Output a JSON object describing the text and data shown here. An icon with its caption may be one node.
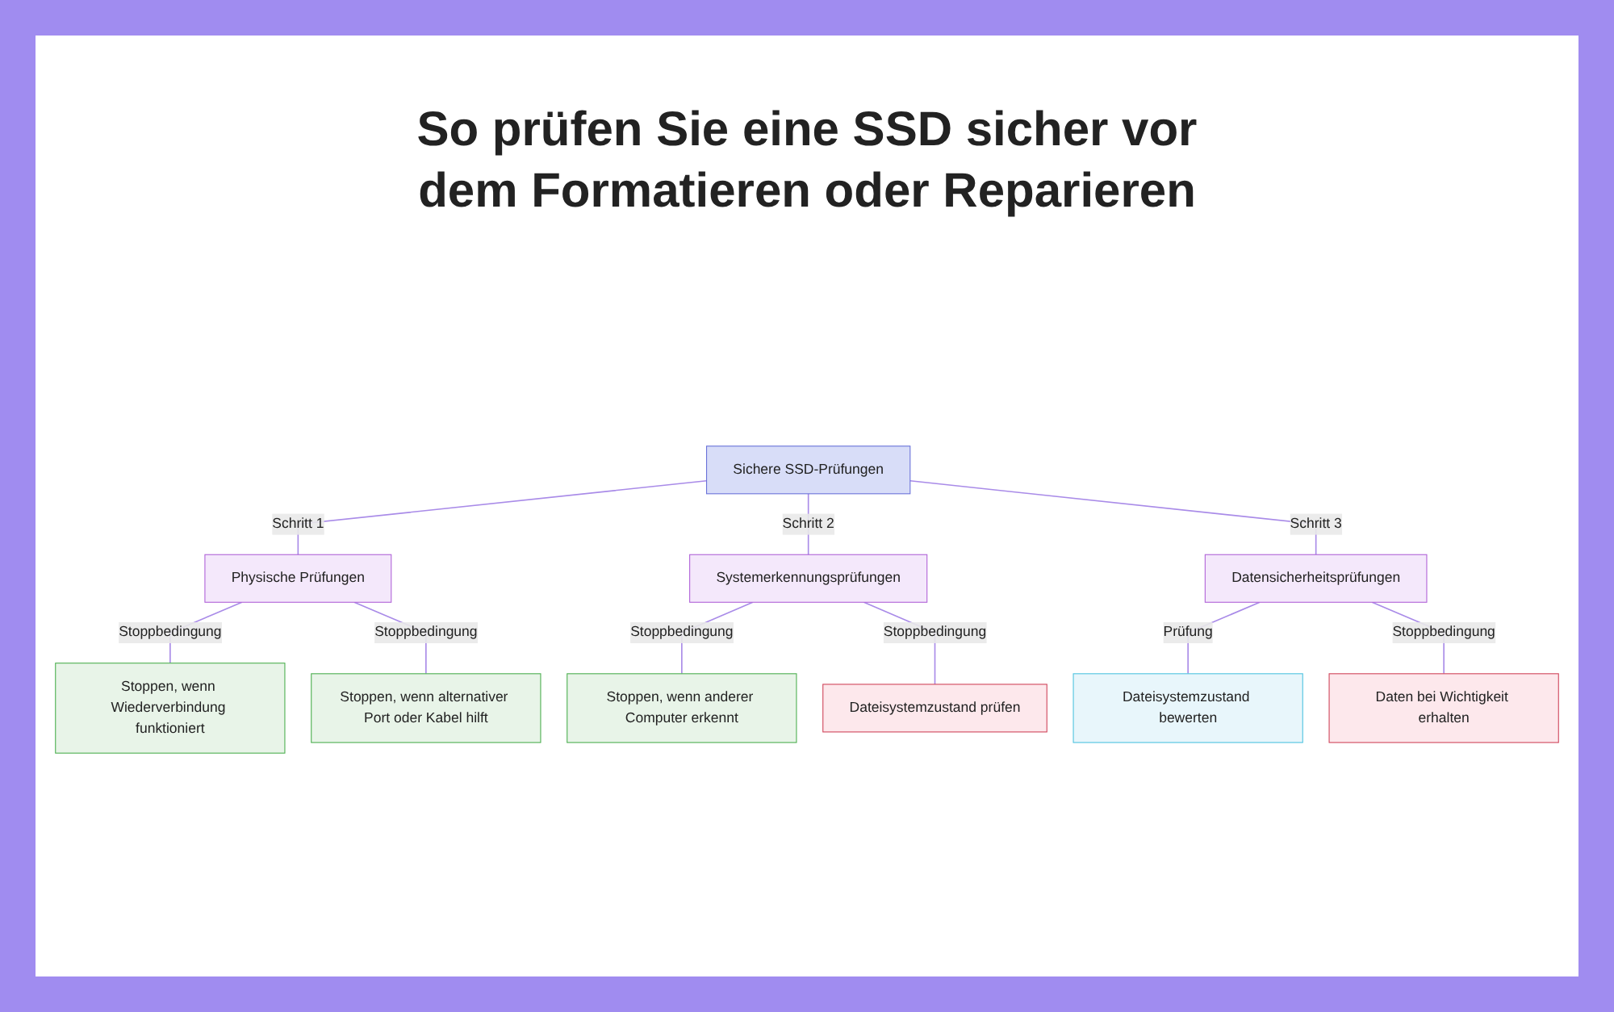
{
  "diagram": {
    "title": "So prüfen Sie eine SSD sicher vor dem Formatieren oder Reparieren",
    "nodes": [
      {
        "text": [
          "Sichere SSD-Prüfungen"
        ]
      },
      {
        "text": [
          "Physische Prüfungen"
        ]
      },
      {
        "text": [
          "Systemerkennungsprüfungen"
        ]
      },
      {
        "text": [
          "Datensicherheitsprüfungen"
        ]
      },
      {
        "text": [
          "Stoppen, wenn Wiederverbindung funktioniert"
        ]
      },
      {
        "text": [
          "Stoppen, wenn alternativer Port oder Kabel hilft"
        ]
      },
      {
        "text": [
          "Stoppen, wenn anderer Computer erkennt"
        ]
      },
      {
        "text": [
          "Dateisystemzustand prüfen"
        ]
      },
      {
        "text": [
          "Dateisystemzustand bewerten"
        ]
      },
      {
        "text": [
          "Daten bei Wichtigkeit erhalten"
        ]
      }
    ],
    "edges": [
      {
        "from": 0,
        "to": 1,
        "arrow": "none",
        "label": "Schritt 1"
      },
      {
        "from": 0,
        "to": 2,
        "arrow": "none",
        "label": "Schritt 2"
      },
      {
        "from": 0,
        "to": 3,
        "arrow": "none",
        "label": "Schritt 3"
      },
      {
        "from": 1,
        "to": 4,
        "arrow": "none",
        "label": "Stoppbedingung"
      },
      {
        "from": 1,
        "to": 5,
        "arrow": "none",
        "label": "Stoppbedingung"
      },
      {
        "from": 2,
        "to": 6,
        "arrow": "none",
        "label": "Stoppbedingung"
      },
      {
        "from": 2,
        "to": 7,
        "arrow": "none",
        "label": "Stoppbedingung"
      },
      {
        "from": 3,
        "to": 8,
        "arrow": "none",
        "label": "Prüfung"
      },
      {
        "from": 3,
        "to": 9,
        "arrow": "none",
        "label": "Stoppbedingung"
      }
    ]
  }
}
